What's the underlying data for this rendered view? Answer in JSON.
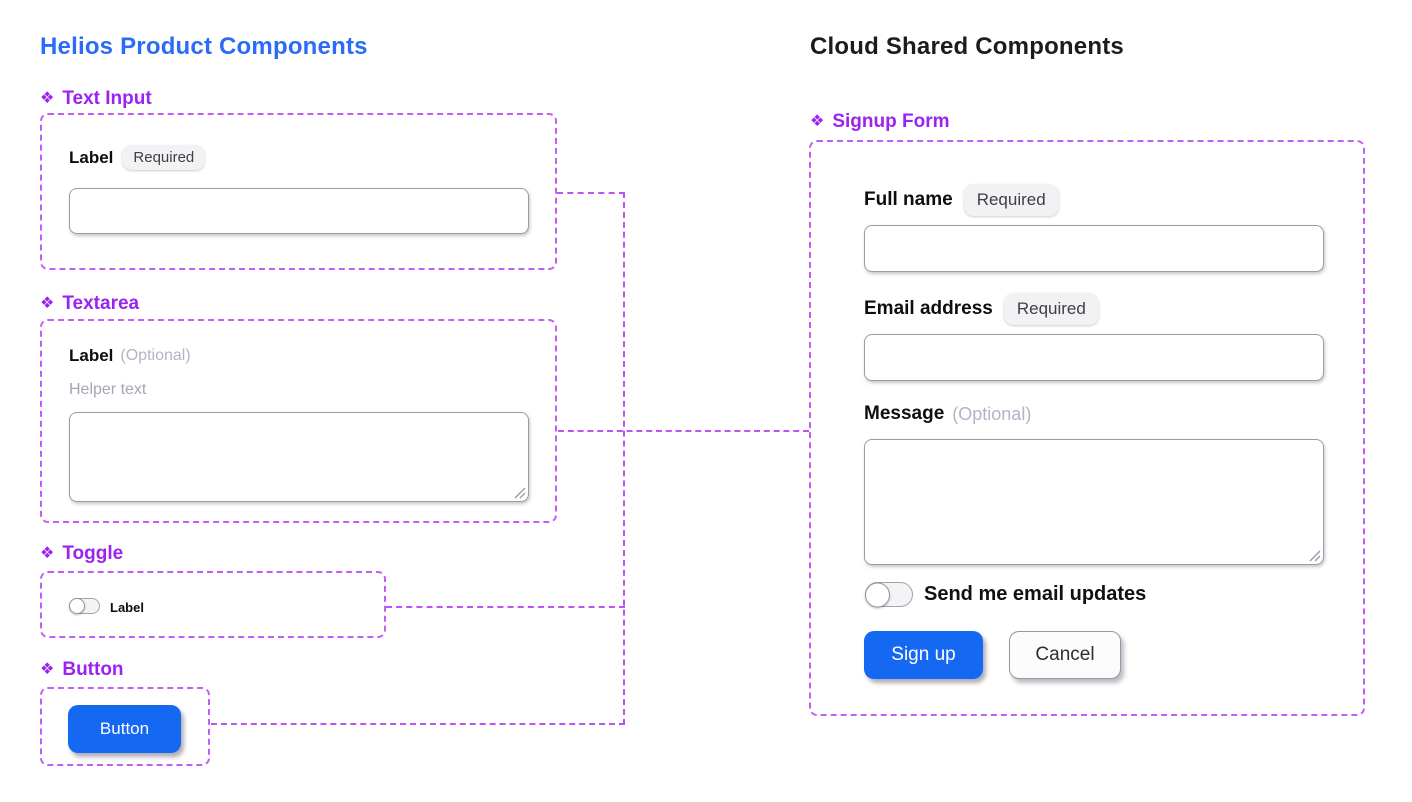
{
  "colors": {
    "title_blue": "#2b6cf6",
    "title_dark": "#1c1c1e",
    "heading_purple": "#9c22f1",
    "outline_purple": "#c35ef4",
    "accent_blue": "#1568f1",
    "badge_bg": "#f2f2f4"
  },
  "left": {
    "title": "Helios Product Components",
    "sections": [
      {
        "icon": "❖",
        "title": "Text Input"
      },
      {
        "icon": "❖",
        "title": "Textarea"
      },
      {
        "icon": "❖",
        "title": "Toggle"
      },
      {
        "icon": "❖",
        "title": "Button"
      }
    ],
    "text_input": {
      "label": "Label",
      "badge": "Required",
      "value": ""
    },
    "textarea": {
      "label": "Label",
      "optional": "(Optional)",
      "helper": "Helper text",
      "value": ""
    },
    "toggle": {
      "label": "Label",
      "state": "off"
    },
    "button": {
      "label": "Button"
    }
  },
  "right": {
    "title": "Cloud Shared Components",
    "section": {
      "icon": "❖",
      "title": "Signup Form"
    },
    "form": {
      "fields": [
        {
          "label": "Full name",
          "badge": "Required",
          "value": ""
        },
        {
          "label": "Email address",
          "badge": "Required",
          "value": ""
        },
        {
          "label": "Message",
          "optional": "(Optional)",
          "value": ""
        }
      ],
      "toggle": {
        "label": "Send me email updates",
        "state": "off"
      },
      "submit_label": "Sign up",
      "cancel_label": "Cancel"
    }
  }
}
